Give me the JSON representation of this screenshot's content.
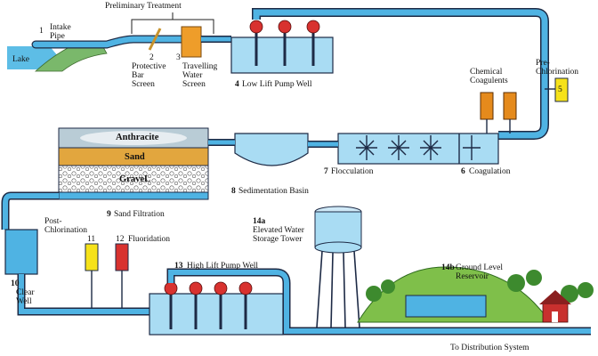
{
  "labels": {
    "preliminary_treatment": "Preliminary Treatment",
    "intake_num": "1",
    "intake": "Intake\nPipe",
    "lake": "Lake",
    "bar_screen_num": "2",
    "bar_screen": "Protective\nBar\nScreen",
    "water_screen_num": "3",
    "water_screen": "Travelling\nWater\nScreen",
    "low_lift_num": "4",
    "low_lift": "Low Lift Pump Well",
    "pre_chlorination": "Pre-\nChlorination",
    "pre_chlorination_num": "5",
    "chemical_coagulents": "Chemical\nCoagulents",
    "coagulation_num": "6",
    "coagulation": "Coagulation",
    "flocculation_num": "7",
    "flocculation": "Flocculation",
    "sedimentation_num": "8",
    "sedimentation": "Sedimentation Basin",
    "filtration_num": "9",
    "filtration": "Sand Filtration",
    "anthracite": "Anthracite",
    "sand": "Sand",
    "gravel": "GraveL",
    "post_chlorination": "Post-\nChlorination",
    "clear_well_num": "10",
    "clear_well": "Clear\nWell",
    "chlorine_num": "11",
    "fluoridation_num": "12",
    "fluoridation": "Fluoridation",
    "high_lift_num": "13",
    "high_lift": "High Lift Pump Well",
    "tower_num": "14a",
    "tower": "Elevated Water\nStorage Tower",
    "reservoir_num": "14b",
    "reservoir": "Ground Level\nReservoir",
    "distribution": "To Distribution System"
  },
  "colors": {
    "water": "#4fb3e3",
    "water_light": "#a9dcf3",
    "outline": "#1d2a45",
    "pump_red": "#d8322f",
    "chem_orange": "#e58a1c",
    "chlorine_yellow": "#f6e21a",
    "fluoride_red": "#d8322f",
    "sand": "#e2a63e",
    "grass": "#7fbf4a",
    "tree": "#3d8a2e"
  }
}
